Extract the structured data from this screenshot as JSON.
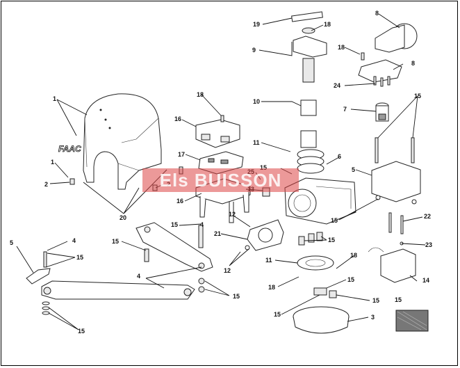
{
  "labels": {
    "l1": "1",
    "l1b": "1",
    "l2": "2",
    "l2b": "2",
    "l3": "3",
    "l4": "4",
    "l4b": "4",
    "l5": "5",
    "l5b": "5",
    "l6": "6",
    "l7": "7",
    "l8": "8",
    "l8b": "8",
    "l9": "9",
    "l10": "10",
    "l11": "11",
    "l11b": "11",
    "l12": "12",
    "l12b": "12",
    "l13": "13",
    "l14": "14",
    "l15a": "15",
    "l15b": "15",
    "l15c": "15",
    "l15d": "15",
    "l15e": "15",
    "l15f": "15",
    "l15g": "15",
    "l15h": "15",
    "l15i": "15",
    "l15j": "15",
    "l15k": "15",
    "l15l": "15",
    "l16": "16",
    "l16b": "16",
    "l17": "17",
    "l18a": "18",
    "l18b": "18",
    "l18c": "18",
    "l18d": "18",
    "l18e": "18",
    "l19": "19",
    "l20": "20",
    "l21": "21",
    "l22": "22",
    "l23": "23",
    "l24": "24",
    "l25": "25"
  },
  "watermark": "Els BUISSON",
  "brand_logo": "FAAC"
}
